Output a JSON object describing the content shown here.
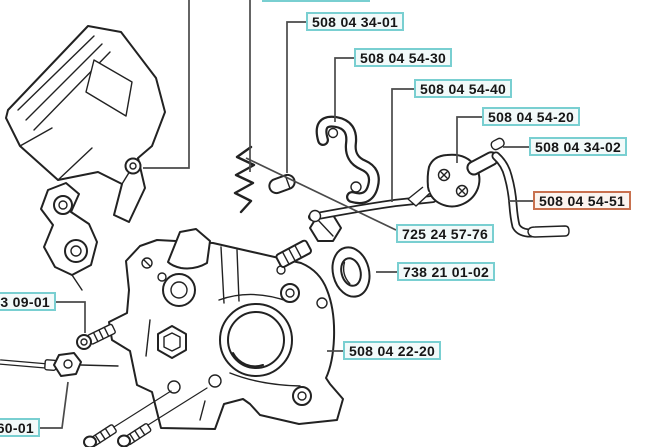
{
  "diagram": {
    "kind": "exploded-parts-diagram",
    "background_color": "#ffffff",
    "label_box_color_default": "#79cfd1",
    "label_box_color_selected": "#c8714f",
    "part_labels": [
      {
        "part_number": "508 04 34-01",
        "state": "default"
      },
      {
        "part_number": "508 04 54-30",
        "state": "default"
      },
      {
        "part_number": "508 04 54-40",
        "state": "default"
      },
      {
        "part_number": "508 04 54-20",
        "state": "default"
      },
      {
        "part_number": "508 04 34-02",
        "state": "default"
      },
      {
        "part_number": "508 04 54-51",
        "state": "selected"
      },
      {
        "part_number": "725 24 57-76",
        "state": "default"
      },
      {
        "part_number": "738 21 01-02",
        "state": "default"
      },
      {
        "part_number": "508 04 22-20",
        "state": "default"
      },
      {
        "part_number": "3 09-01",
        "state": "default"
      },
      {
        "part_number": "60-01",
        "state": "default"
      }
    ]
  }
}
